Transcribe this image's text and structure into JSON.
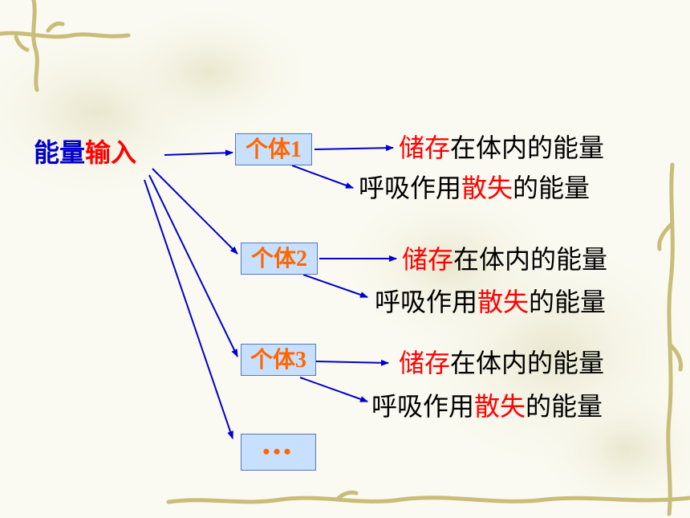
{
  "source": {
    "part1": "能量",
    "part2": "输入"
  },
  "individuals": [
    {
      "label": "个体1",
      "stored_red": "储存",
      "stored_rest": "在体内的能量",
      "resp_pre": "呼吸作用",
      "resp_red": "散失",
      "resp_post": "的能量"
    },
    {
      "label": "个体2",
      "stored_red": "储存",
      "stored_rest": "在体内的能量",
      "resp_pre": "呼吸作用",
      "resp_red": "散失",
      "resp_post": "的能量"
    },
    {
      "label": "个体3",
      "stored_red": "储存",
      "stored_rest": "在体内的能量",
      "resp_pre": "呼吸作用",
      "resp_red": "散失",
      "resp_post": "的能量"
    }
  ],
  "more": "•••",
  "colors": {
    "arrow": "#0000cc",
    "highlight": "#ff0000",
    "box_fill": "#c8e0ff",
    "box_text": "#ff6600"
  }
}
